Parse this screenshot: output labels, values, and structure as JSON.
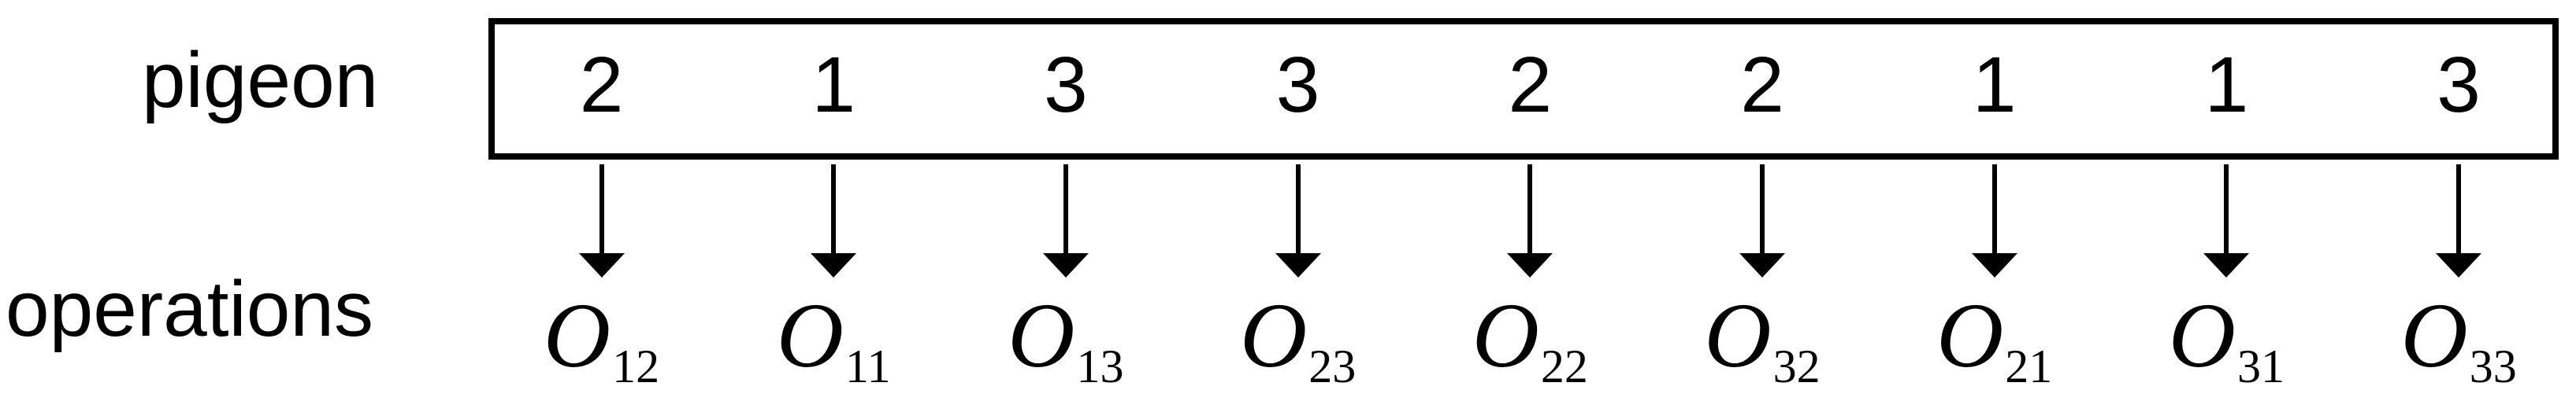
{
  "colors": {
    "ink": "#000000",
    "background": "#ffffff"
  },
  "diagram": {
    "top_row_label": "pigeon",
    "bottom_row_label": "operations",
    "pigeon_values": [
      "2",
      "1",
      "3",
      "3",
      "2",
      "2",
      "1",
      "1",
      "3"
    ],
    "operations": [
      {
        "base": "O",
        "sub": "12"
      },
      {
        "base": "O",
        "sub": "11"
      },
      {
        "base": "O",
        "sub": "13"
      },
      {
        "base": "O",
        "sub": "23"
      },
      {
        "base": "O",
        "sub": "22"
      },
      {
        "base": "O",
        "sub": "32"
      },
      {
        "base": "O",
        "sub": "21"
      },
      {
        "base": "O",
        "sub": "31"
      },
      {
        "base": "O",
        "sub": "33"
      }
    ],
    "arrow_icon": "arrow-down"
  }
}
